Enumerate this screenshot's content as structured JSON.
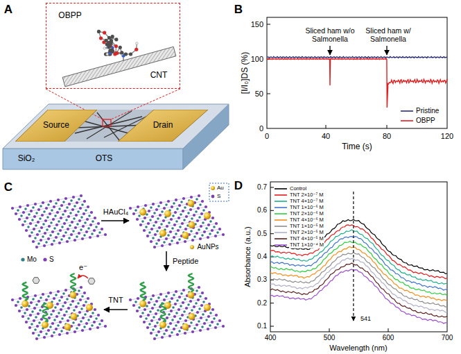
{
  "diagram": {
    "nodes": [
      {
        "text": [
          "OBPP",
          "CNT"
        ]
      },
      {
        "text": [
          "Source"
        ]
      },
      {
        "text": [
          "Drain"
        ]
      }
    ],
    "labels": [
      "A",
      "OTS",
      "SiO₂",
      "B",
      "150",
      "100",
      "50",
      "0",
      "0",
      "40",
      "80",
      "120",
      "Time (s)",
      "[I/I₀]DS (%)",
      "Sliced ham w/o Salmonella",
      "Sliced ham w/ Salmonella",
      "C",
      "Mo",
      "S",
      "HAuCl₄",
      "AuNPs",
      "Au",
      "S",
      "Peptide",
      "TNT",
      "e⁻",
      "D",
      "0.7",
      "0.6",
      "0.5",
      "0.4",
      "0.3",
      "0.2",
      "0.1",
      "400",
      "500",
      "600",
      "700",
      "Wavelength (nm)",
      "Absorbance (a.u.)",
      "541"
    ],
    "legend": [
      {
        "text": "Pristine"
      },
      {
        "text": "OBPP"
      },
      {
        "text": "Control"
      },
      {
        "text": "TNT 2×10⁻⁷ M"
      },
      {
        "text": "TNT 4×10⁻⁷ M"
      },
      {
        "text": "TNT 1×10⁻⁶ M"
      },
      {
        "text": "TNT 2×10⁻⁶ M"
      },
      {
        "text": "TNT 4×10⁻⁶ M"
      },
      {
        "text": "TNT 1×10⁻⁵ M"
      },
      {
        "text": "TNT 2×10⁻⁵ M"
      },
      {
        "text": "TNT 4×10⁻⁵ M"
      },
      {
        "text": "TNT 1×10⁻⁴ M"
      }
    ]
  }
}
